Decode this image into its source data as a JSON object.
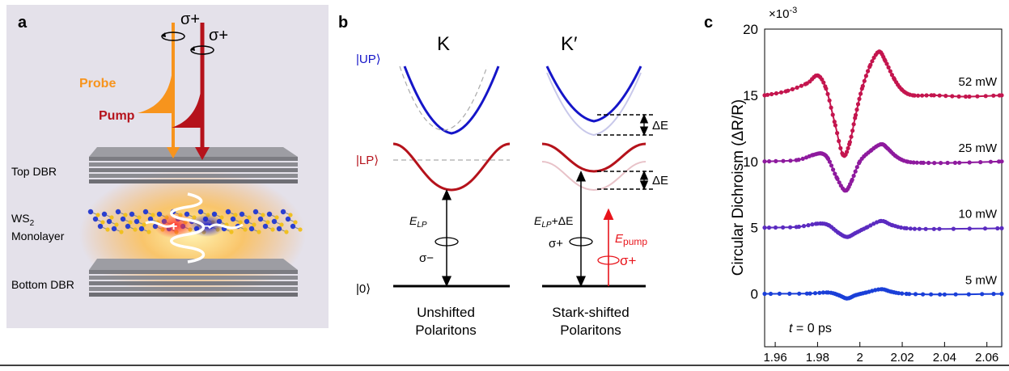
{
  "panels": {
    "a": {
      "letter": "a",
      "sigma1": "σ+",
      "sigma2": "σ+",
      "probe": "Probe",
      "pump": "Pump",
      "top_dbr": "Top DBR",
      "ws2_line1": "WS",
      "ws2_sub": "2",
      "ws2_line2": "Monolayer",
      "bottom_dbr": "Bottom DBR",
      "plus": "+",
      "minus": "−",
      "colors": {
        "probe": "#f7941d",
        "pump": "#b5121b",
        "background": "#e4e1ea"
      }
    },
    "b": {
      "letter": "b",
      "k_label": "K",
      "kprime_label": "K′",
      "up_label": "|UP⟩",
      "lp_label": "|LP⟩",
      "ground_label": "|0⟩",
      "delta_e_1": "ΔE",
      "delta_e_2": "ΔE",
      "elp_main": "E",
      "elp_sub": "LP",
      "elp_plus": "+ΔE",
      "sigma_minus": "σ−",
      "sigma_plus": "σ+",
      "epump_main": "E",
      "epump_sub": "pump",
      "sigma_plus_red": "σ+",
      "unshifted_1": "Unshifted",
      "unshifted_2": "Polaritons",
      "shifted_1": "Stark-shifted",
      "shifted_2": "Polaritons",
      "colors": {
        "up": "#1515c8",
        "lp": "#b5121b",
        "pump": "#e8141b"
      }
    },
    "c": {
      "letter": "c"
    }
  },
  "chart_data": {
    "type": "line",
    "exponent_label": "×10",
    "exponent": "-3",
    "ylabel": "Circular Dichroism (ΔR/R)",
    "xlabel": "",
    "xlim": [
      1.955,
      2.067
    ],
    "ylim": [
      -4,
      20
    ],
    "xticks": [
      1.96,
      1.98,
      2,
      2.02,
      2.04,
      2.06
    ],
    "xtick_labels": [
      "1.96",
      "1.98",
      "2",
      "2.02",
      "2.04",
      "2.06"
    ],
    "yticks": [
      0,
      5,
      10,
      15,
      20
    ],
    "ytick_labels": [
      "0",
      "5",
      "10",
      "15",
      "20"
    ],
    "annotation": "t = 0 ps",
    "annotation_var": "t",
    "annotation_rest": " = 0 ps",
    "series": [
      {
        "name": "52 mW",
        "color": "#c4154e",
        "offset": 15,
        "x": [
          1.955,
          1.965,
          1.975,
          1.98,
          1.984,
          1.988,
          1.992,
          1.995,
          1.998,
          2.001,
          2.005,
          2.009,
          2.012,
          2.016,
          2.02,
          2.025,
          2.035,
          2.05,
          2.067
        ],
        "y": [
          15.0,
          15.3,
          15.9,
          16.5,
          15.5,
          13.0,
          10.5,
          11.3,
          13.5,
          15.5,
          17.3,
          18.3,
          17.6,
          16.3,
          15.4,
          15.0,
          15.0,
          14.9,
          15.0
        ]
      },
      {
        "name": "25 mW",
        "color": "#8e1a9e",
        "offset": 10,
        "x": [
          1.955,
          1.97,
          1.978,
          1.982,
          1.985,
          1.989,
          1.993,
          1.996,
          2.0,
          2.005,
          2.01,
          2.013,
          2.017,
          2.022,
          2.03,
          2.045,
          2.067
        ],
        "y": [
          10.0,
          10.1,
          10.5,
          10.6,
          10.2,
          8.8,
          7.8,
          8.5,
          10.0,
          10.8,
          11.3,
          11.0,
          10.4,
          10.0,
          9.9,
          9.9,
          10.0
        ]
      },
      {
        "name": "10 mW",
        "color": "#5b2bc0",
        "offset": 5,
        "x": [
          1.955,
          1.97,
          1.98,
          1.985,
          1.99,
          1.994,
          1.998,
          2.003,
          2.01,
          2.015,
          2.022,
          2.035,
          2.067
        ],
        "y": [
          5.0,
          5.05,
          5.3,
          5.2,
          4.6,
          4.3,
          4.6,
          5.0,
          5.5,
          5.2,
          4.95,
          4.9,
          4.95
        ]
      },
      {
        "name": "5 mW",
        "color": "#1a3fd8",
        "offset": 0,
        "x": [
          1.955,
          1.975,
          1.985,
          1.99,
          1.994,
          1.998,
          2.003,
          2.01,
          2.015,
          2.022,
          2.04,
          2.067
        ],
        "y": [
          0.0,
          0.02,
          0.1,
          -0.1,
          -0.35,
          -0.1,
          0.1,
          0.35,
          0.15,
          0.0,
          -0.05,
          0.0
        ]
      }
    ]
  }
}
